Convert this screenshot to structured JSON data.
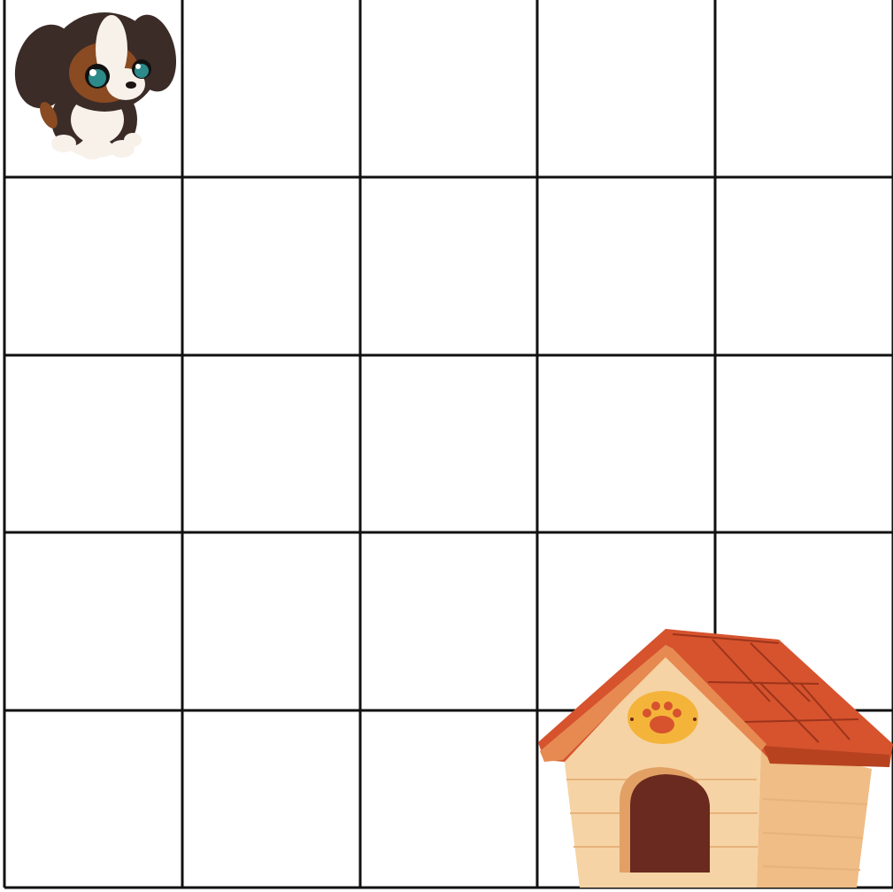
{
  "board": {
    "rows": 5,
    "cols": 5,
    "line_color": "#111111",
    "background": "#ffffff"
  },
  "pieces": [
    {
      "id": "puppy",
      "icon": "puppy-icon",
      "row": 1,
      "col": 1
    },
    {
      "id": "doghouse",
      "icon": "doghouse-icon",
      "row": 5,
      "col": 4
    }
  ],
  "colors": {
    "roof": "#d6532e",
    "roof_dark": "#b7421f",
    "wall": "#f6d3a4",
    "wall_side": "#efbd85",
    "door": "#6a2a1f",
    "door_frame": "#e3a065",
    "plaque": "#f4b43a",
    "paw": "#d6532e",
    "fur_dark": "#3b2c28",
    "fur_brown": "#8a4a22",
    "fur_white": "#f7f1ea"
  }
}
